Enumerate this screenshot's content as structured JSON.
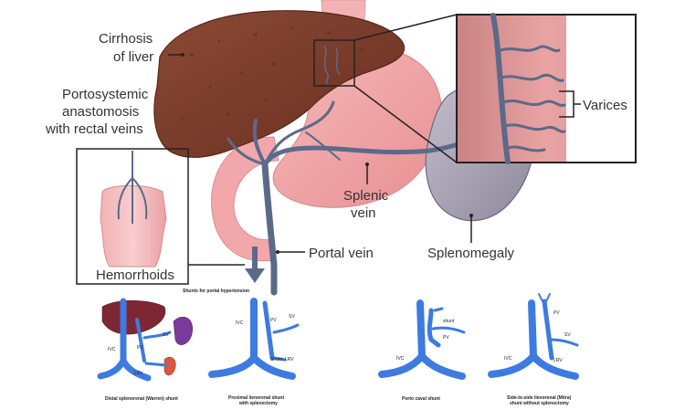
{
  "labels": {
    "cirrhosis_line1": "Cirrhosis",
    "cirrhosis_line2": "of liver",
    "portosystemic_line1": "Portosystemic",
    "portosystemic_line2": "anastomosis",
    "portosystemic_line3": "with rectal veins",
    "hemorrhoids": "Hemorrhoids",
    "splenic_line1": "Splenic",
    "splenic_line2": "vein",
    "portal_vein": "Portal vein",
    "splenomegaly": "Splenomegaly",
    "varices": "Varices"
  },
  "shunts": {
    "title": "Shunts for portal hypertension",
    "panels": [
      {
        "caption_line1": "Distal splenorenal (Warren) shunt",
        "caption_line2": "",
        "labels": {
          "ivc": "IVC",
          "pv": "PV",
          "sv": "SV",
          "lrv": "LRV"
        }
      },
      {
        "caption_line1": "Proximal lienorenal shunt",
        "caption_line2": "with splenectomy",
        "labels": {
          "ivc": "IVC",
          "pv": "PV",
          "sv": "SV",
          "shunt": "Shunt",
          "lrv": "LRV"
        }
      },
      {
        "caption_line1": "Porto caval shunt",
        "caption_line2": "",
        "labels": {
          "shunt": "shunt",
          "pv": "PV",
          "ivc": "IVC"
        }
      },
      {
        "caption_line1": "Side-to-side lienorenal (Mitra)",
        "caption_line2": "shunt without splenectomy",
        "labels": {
          "pv": "PV",
          "sv": "SV",
          "ivc": "IVC",
          "lrv": "LRV"
        }
      }
    ]
  },
  "colors": {
    "liver": "#7a3a2a",
    "stomach": "#f0a3a3",
    "spleen": "#a9a3b6",
    "vein": "#5b6a8a",
    "shunt_vein": "#3d7be0",
    "callout_box": "#333333"
  }
}
